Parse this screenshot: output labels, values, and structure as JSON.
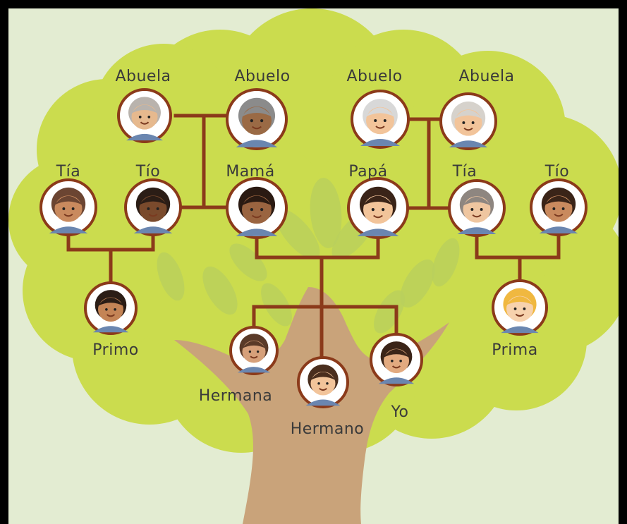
{
  "family_tree": {
    "members": {
      "abuela_materna": {
        "label": "Abuela",
        "skin": "#e6b98e",
        "hair": "#b9b3ad"
      },
      "abuelo_materno": {
        "label": "Abuelo",
        "skin": "#9a6a45",
        "hair": "#8b8b8b"
      },
      "abuelo_paterno": {
        "label": "Abuelo",
        "skin": "#f2c49a",
        "hair": "#d8d8d8"
      },
      "abuela_paterna": {
        "label": "Abuela",
        "skin": "#f2c49a",
        "hair": "#d6d2cc"
      },
      "tia_materna": {
        "label": "Tía",
        "skin": "#c98a5e",
        "hair": "#6b4532"
      },
      "tio_materno": {
        "label": "Tío",
        "skin": "#7a4a2c",
        "hair": "#2b1d16"
      },
      "mama": {
        "label": "Mamá",
        "skin": "#9a6440",
        "hair": "#2a1a12"
      },
      "papa": {
        "label": "Papá",
        "skin": "#f2c49a",
        "hair": "#3a2418"
      },
      "tia_paterna": {
        "label": "Tía",
        "skin": "#efc6a0",
        "hair": "#8e8680"
      },
      "tio_paterno": {
        "label": "Tío",
        "skin": "#c98a5e",
        "hair": "#3a2418"
      },
      "primo": {
        "label": "Primo",
        "skin": "#c48456",
        "hair": "#2b1d16"
      },
      "prima": {
        "label": "Prima",
        "skin": "#f7d2ad",
        "hair": "#f0b840"
      },
      "hermana": {
        "label": "Hermana",
        "skin": "#d6a07a",
        "hair": "#5a3a28"
      },
      "hermano": {
        "label": "Hermano",
        "skin": "#f2c49a",
        "hair": "#4a2e1e"
      },
      "yo": {
        "label": "Yo",
        "skin": "#e2aa80",
        "hair": "#3a2418"
      }
    }
  },
  "colors": {
    "background": "#e3ecd2",
    "canopy": "#cbdc4e",
    "leaf_light": "#b9d05c",
    "trunk": "#c9a37a",
    "connector": "#8b3a1a",
    "portrait_ring": "#8b3a1a",
    "portrait_fill": "#ffffff",
    "label_text": "#3a3a3a"
  }
}
